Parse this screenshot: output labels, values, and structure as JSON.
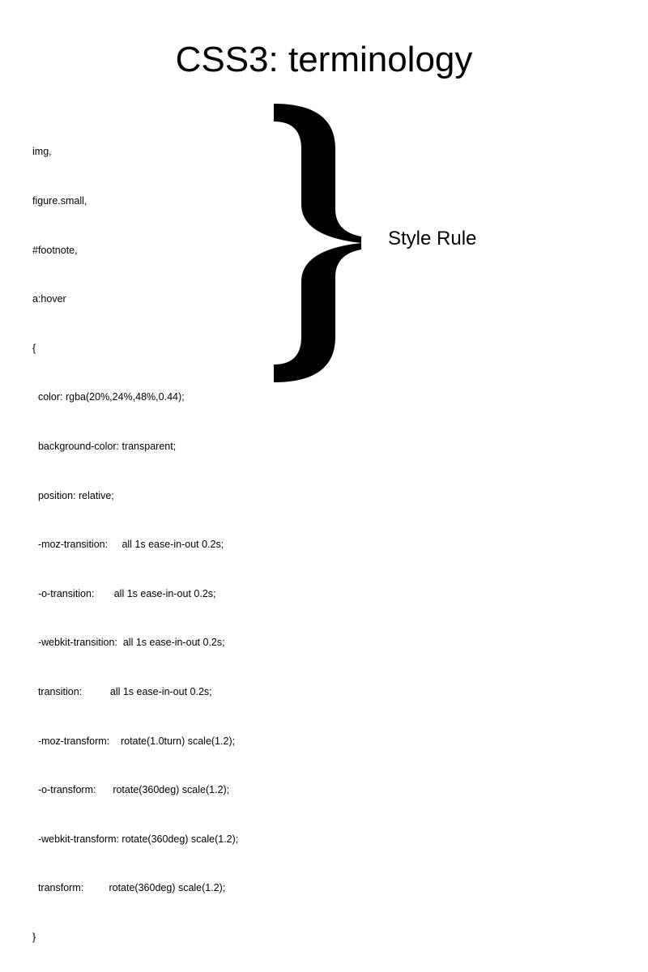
{
  "slide": {
    "title": "CSS3: terminology",
    "code_lines": [
      "img,",
      "figure.small,",
      "#footnote,",
      "a:hover",
      "{",
      "  color: rgba(20%,24%,48%,0.44);",
      "  background-color: transparent;",
      "  position: relative;",
      "  -moz-transition:     all 1s ease-in-out 0.2s;",
      "  -o-transition:       all 1s ease-in-out 0.2s;",
      "  -webkit-transition:  all 1s ease-in-out 0.2s;",
      "  transition:          all 1s ease-in-out 0.2s;",
      "  -moz-transform:    rotate(1.0turn) scale(1.2);",
      "  -o-transform:      rotate(360deg) scale(1.2);",
      "  -webkit-transform: rotate(360deg) scale(1.2);",
      "  transform:         rotate(360deg) scale(1.2);",
      "}"
    ],
    "brace_icon": "right-curly-brace-icon",
    "rule_label": "Style Rule"
  }
}
